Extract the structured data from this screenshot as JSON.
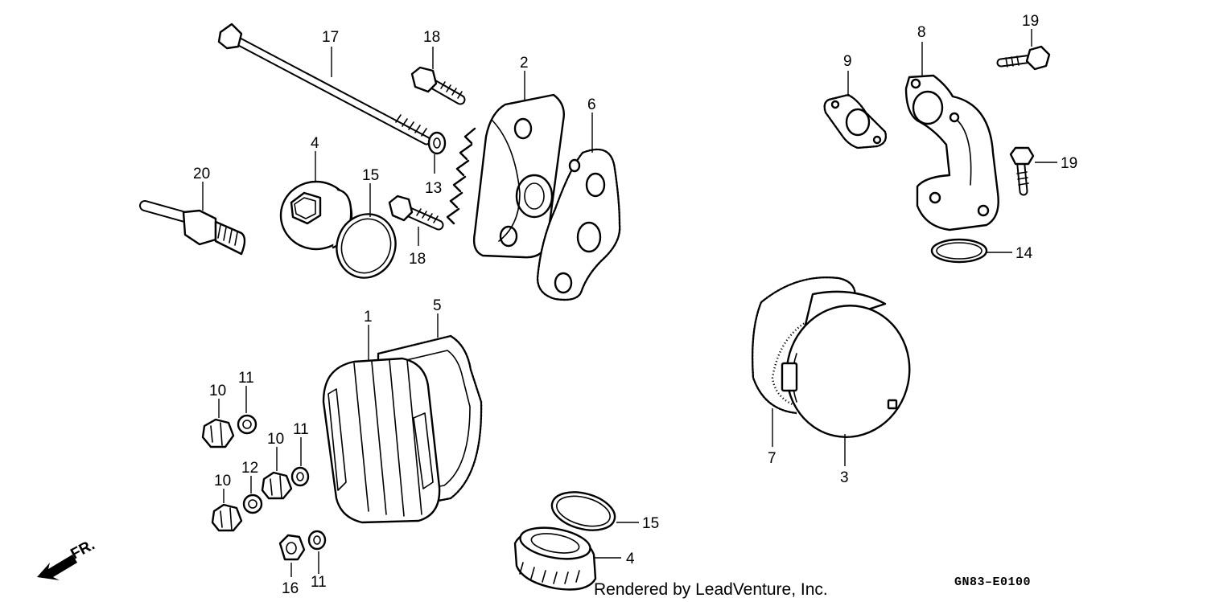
{
  "diagram": {
    "callouts": {
      "c1": "1",
      "c2": "2",
      "c3": "3",
      "c4a": "4",
      "c4b": "4",
      "c5": "5",
      "c6": "6",
      "c7": "7",
      "c8": "8",
      "c9": "9",
      "c10a": "10",
      "c10b": "10",
      "c10c": "10",
      "c11a": "11",
      "c11b": "11",
      "c11c": "11",
      "c12": "12",
      "c13": "13",
      "c14": "14",
      "c15a": "15",
      "c15b": "15",
      "c16": "16",
      "c17": "17",
      "c18a": "18",
      "c18b": "18",
      "c19a": "19",
      "c19b": "19",
      "c20": "20"
    },
    "direction_label": "FR.",
    "credit": "Rendered by LeadVenture, Inc.",
    "diagram_code": "GN83–E0100"
  }
}
